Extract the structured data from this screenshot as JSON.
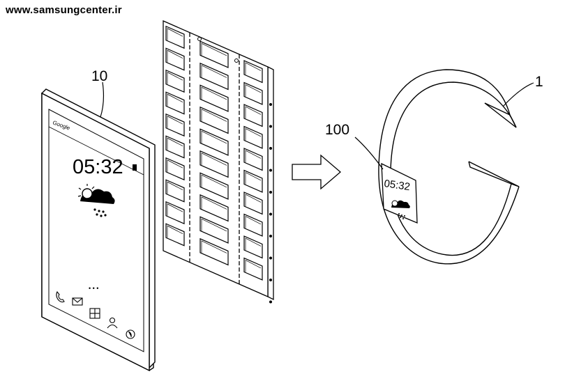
{
  "watermark": "www.samsungcenter.ir",
  "labels": {
    "phone_ref": "10",
    "display_ref": "100",
    "band_ref": "1"
  },
  "phone": {
    "brand_bar_text": "Google",
    "clock": "05:32",
    "weather_icon": "cloud-rain-icon",
    "dots": "• • •",
    "dock_icons": [
      "phone-icon",
      "mail-icon",
      "grid-icon",
      "contact-icon",
      "globe-icon"
    ]
  },
  "band": {
    "clock": "05:32",
    "weather_icon": "cloud-rain-icon"
  },
  "arrow_icon": "right-arrow-icon",
  "module_panel": {
    "columns": 3,
    "rows": 10
  }
}
